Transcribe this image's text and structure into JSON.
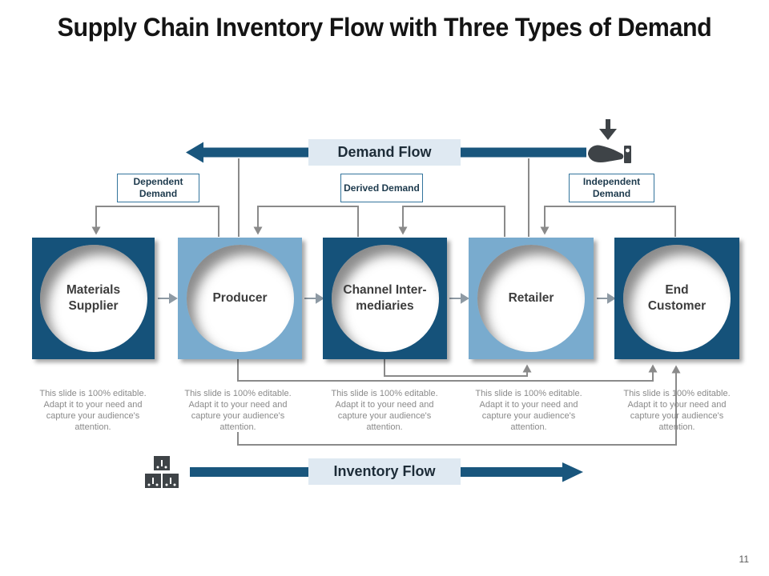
{
  "title": "Supply Chain Inventory Flow with Three Types of Demand",
  "page_number": "11",
  "flows": {
    "demand": {
      "label": "Demand Flow",
      "direction": "left",
      "icon": "hand-receive-icon"
    },
    "inventory": {
      "label": "Inventory Flow",
      "direction": "right",
      "icon": "stacked-boxes-icon"
    }
  },
  "demand_types": [
    {
      "label": "Dependent Demand"
    },
    {
      "label": "Derived Demand"
    },
    {
      "label": "Independent Demand"
    }
  ],
  "nodes": [
    {
      "label": "Materials\nSupplier",
      "style": "dark"
    },
    {
      "label": "Producer",
      "style": "light"
    },
    {
      "label": "Channel Inter-\nmediaries",
      "style": "dark"
    },
    {
      "label": "Retailer",
      "style": "light"
    },
    {
      "label": "End\nCustomer",
      "style": "dark"
    }
  ],
  "caption": "This slide is 100% editable. Adapt it to your need and capture your audience's attention.",
  "colors": {
    "dark_box": "#15527a",
    "light_box": "#79abce",
    "flow_arrow": "#19567d",
    "flow_label_bg": "#dfe9f2",
    "connector_gray": "#8a8a8a",
    "link_arrow_gray": "#8e9aa4",
    "caption_gray": "#8a8a8a",
    "demand_label_border": "#33749c",
    "icon_charcoal": "#3e4347"
  }
}
